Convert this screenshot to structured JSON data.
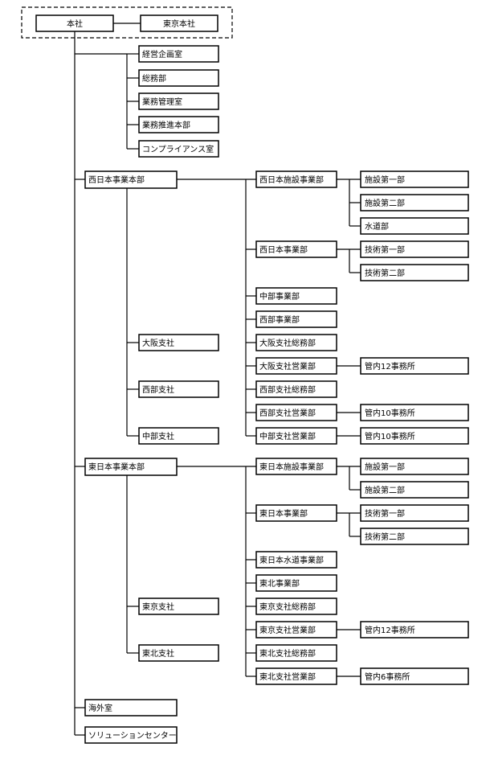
{
  "head_office": {
    "main": "本社",
    "tokyo": "東京本社"
  },
  "staff": [
    "経営企画室",
    "総務部",
    "業務管理室",
    "業務推進本部",
    "コンプライアンス室"
  ],
  "west": {
    "hq": "西日本事業本部",
    "branches": [
      "大阪支社",
      "西部支社",
      "中部支社"
    ],
    "facility_div": "西日本施設事業部",
    "facility_depts": [
      "施設第一部",
      "施設第二部",
      "水道部"
    ],
    "business_div": "西日本事業部",
    "business_depts": [
      "技術第一部",
      "技術第二部"
    ],
    "other_divs": [
      "中部事業部",
      "西部事業部",
      "大阪支社総務部",
      "大阪支社営業部",
      "西部支社総務部",
      "西部支社営業部",
      "中部支社営業部"
    ],
    "offices": [
      "管内12事務所",
      "管内10事務所",
      "管内10事務所"
    ]
  },
  "east": {
    "hq": "東日本事業本部",
    "branches": [
      "東京支社",
      "東北支社"
    ],
    "facility_div": "東日本施設事業部",
    "facility_depts": [
      "施設第一部",
      "施設第二部"
    ],
    "business_div": "東日本事業部",
    "business_depts": [
      "技術第一部",
      "技術第二部"
    ],
    "other_divs": [
      "東日本水道事業部",
      "東北事業部",
      "東京支社総務部",
      "東京支社営業部",
      "東北支社総務部",
      "東北支社営業部"
    ],
    "offices": [
      "管内12事務所",
      "管内6事務所"
    ]
  },
  "overseas": "海外室",
  "solution_center": "ソリューションセンター"
}
